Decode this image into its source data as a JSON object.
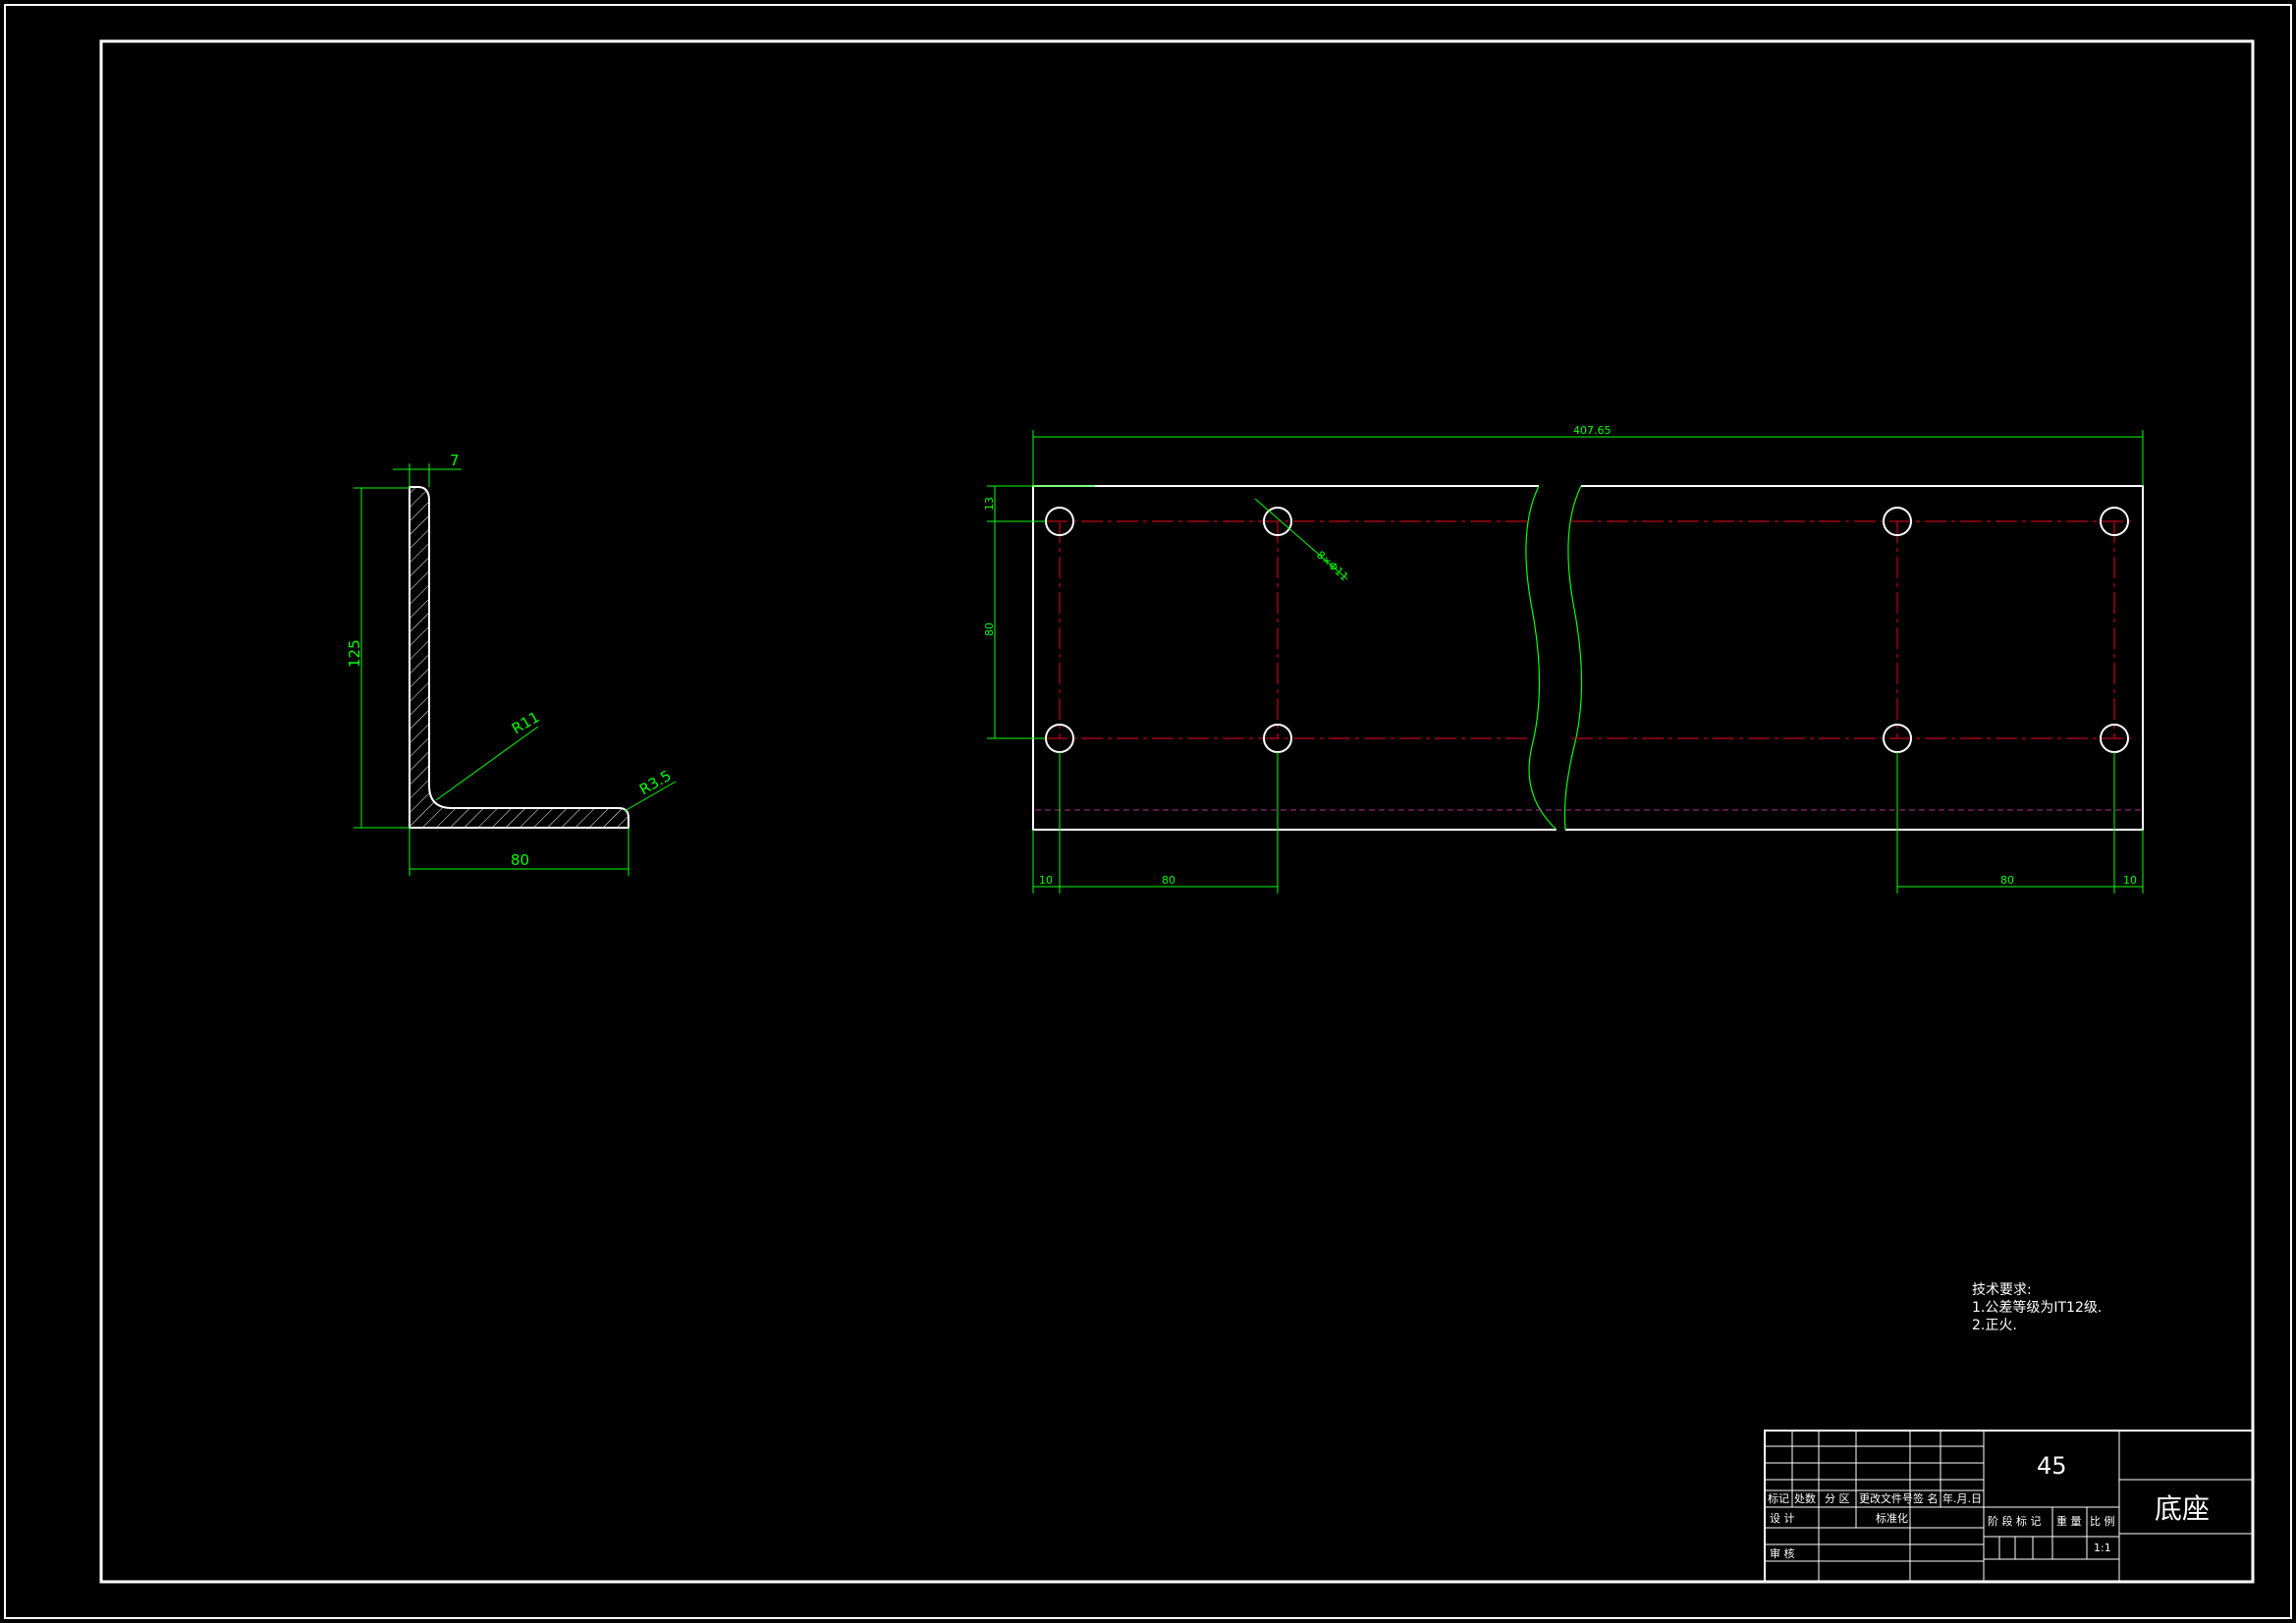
{
  "colors": {
    "background": "#000000",
    "outline": "#ffffff",
    "dimension": "#00ff00",
    "centerline": "#c0001a",
    "hidden_line": "#b0308a"
  },
  "section_view": {
    "dims": {
      "thickness": "7",
      "height": "125",
      "inner_radius": "R11",
      "toe_radius": "R3.5",
      "width": "80"
    }
  },
  "plan_view": {
    "dims": {
      "total_length": "407.65",
      "edge_offset_top": "13",
      "hole_pitch_vertical": "80",
      "hole_callout": "8×Φ11",
      "edge_offset_left": "10",
      "pitch_left": "80",
      "pitch_right": "80",
      "edge_offset_right": "10"
    }
  },
  "notes": {
    "heading": "技术要求:",
    "line1": "1.公差等级为IT12级.",
    "line2": "2.正火."
  },
  "title_block": {
    "material": "45",
    "part_name": "底座",
    "scale": "1:1",
    "header_cells": [
      "标记",
      "处数",
      "分 区",
      "更改文件号",
      "签 名",
      "年.月.日"
    ],
    "design_label": "设 计",
    "standardization_label": "标准化",
    "review_label": "审 核",
    "stage_mark_label": "阶 段 标 记",
    "weight_label": "重 量",
    "scale_label": "比 例"
  }
}
